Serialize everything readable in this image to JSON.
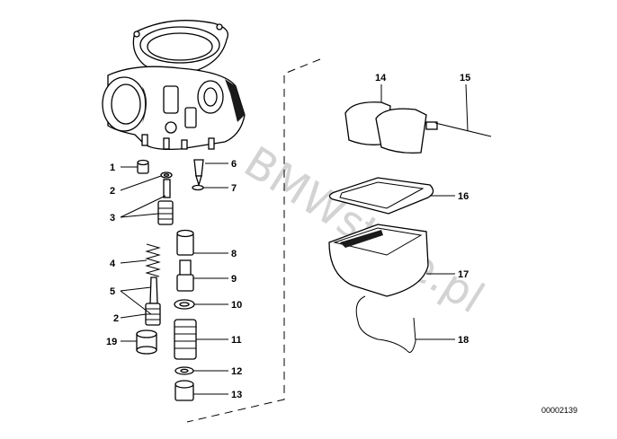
{
  "watermark": "BMWstore.pl",
  "catalog_number": "00002139",
  "callouts": {
    "c1": "1",
    "c2a": "2",
    "c3": "3",
    "c4": "4",
    "c5": "5",
    "c2b": "2",
    "c19": "19",
    "c6": "6",
    "c7": "7",
    "c8": "8",
    "c9": "9",
    "c10": "10",
    "c11": "11",
    "c12": "12",
    "c13": "13",
    "c14": "14",
    "c15": "15",
    "c16": "16",
    "c17": "17",
    "c18": "18"
  }
}
